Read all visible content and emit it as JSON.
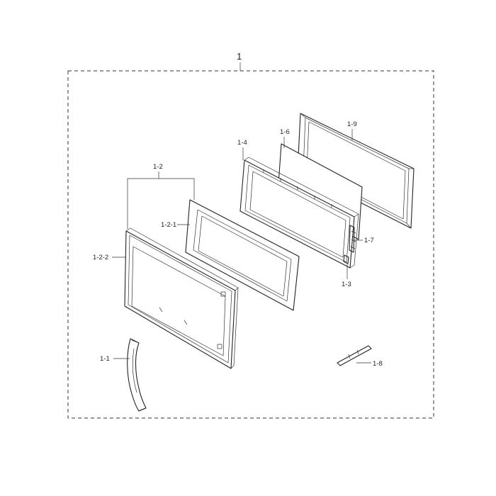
{
  "diagram": {
    "assembly_label": "1",
    "parts": [
      {
        "id": "handle",
        "label": "1-1"
      },
      {
        "id": "door-assembly",
        "label": "1-2"
      },
      {
        "id": "door-glass",
        "label": "1-2-1"
      },
      {
        "id": "door-frame",
        "label": "1-2-2"
      },
      {
        "id": "door-inner-frame",
        "label": "1-3"
      },
      {
        "id": "door-screen-frame",
        "label": "1-4"
      },
      {
        "id": "screen-film",
        "label": "1-6"
      },
      {
        "id": "latch-hook",
        "label": "1-7"
      },
      {
        "id": "hinge-spring",
        "label": "1-8"
      },
      {
        "id": "choke-cover",
        "label": "1-9"
      }
    ]
  }
}
